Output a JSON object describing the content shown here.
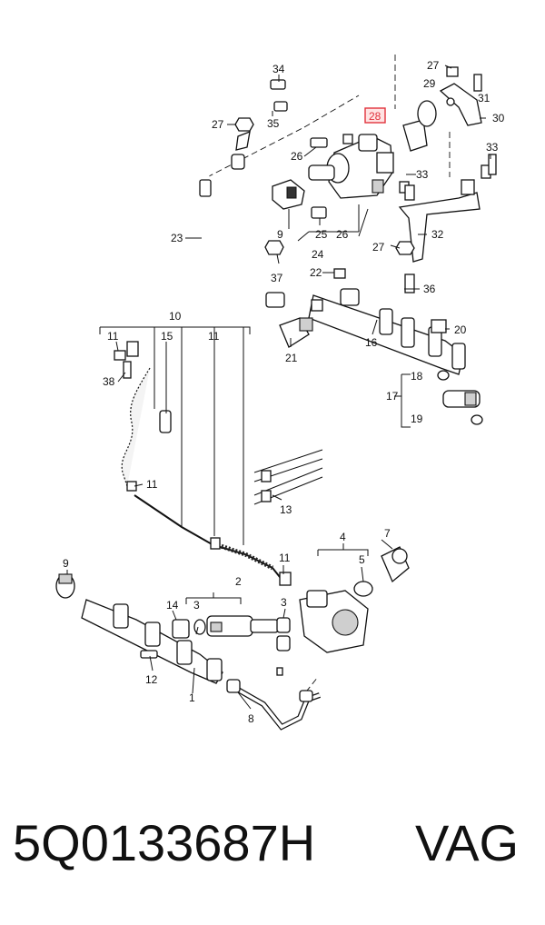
{
  "diagram": {
    "callouts": {
      "c1": "1",
      "c2": "2",
      "c3a": "3",
      "c3b": "3",
      "c4": "4",
      "c5": "5",
      "c7": "7",
      "c8": "8",
      "c9a": "9",
      "c9b": "9",
      "c10": "10",
      "c11a": "11",
      "c11b": "11",
      "c11c": "11",
      "c11d": "11",
      "c11e": "11",
      "c12": "12",
      "c13": "13",
      "c14": "14",
      "c15": "15",
      "c16": "16",
      "c17": "17",
      "c18": "18",
      "c19": "19",
      "c20": "20",
      "c21": "21",
      "c22": "22",
      "c23": "23",
      "c24": "24",
      "c25": "25",
      "c26a": "26",
      "c26b": "26",
      "c27a": "27",
      "c27b": "27",
      "c27c": "27",
      "c28": "28",
      "c29": "29",
      "c30": "30",
      "c31": "31",
      "c32": "32",
      "c33a": "33",
      "c33b": "33",
      "c34": "34",
      "c35": "35",
      "c36": "36",
      "c37": "37",
      "c38": "38"
    },
    "highlight_color": "#e0323c"
  },
  "caption": {
    "part_number": "5Q0133687H",
    "brand": "VAG"
  }
}
